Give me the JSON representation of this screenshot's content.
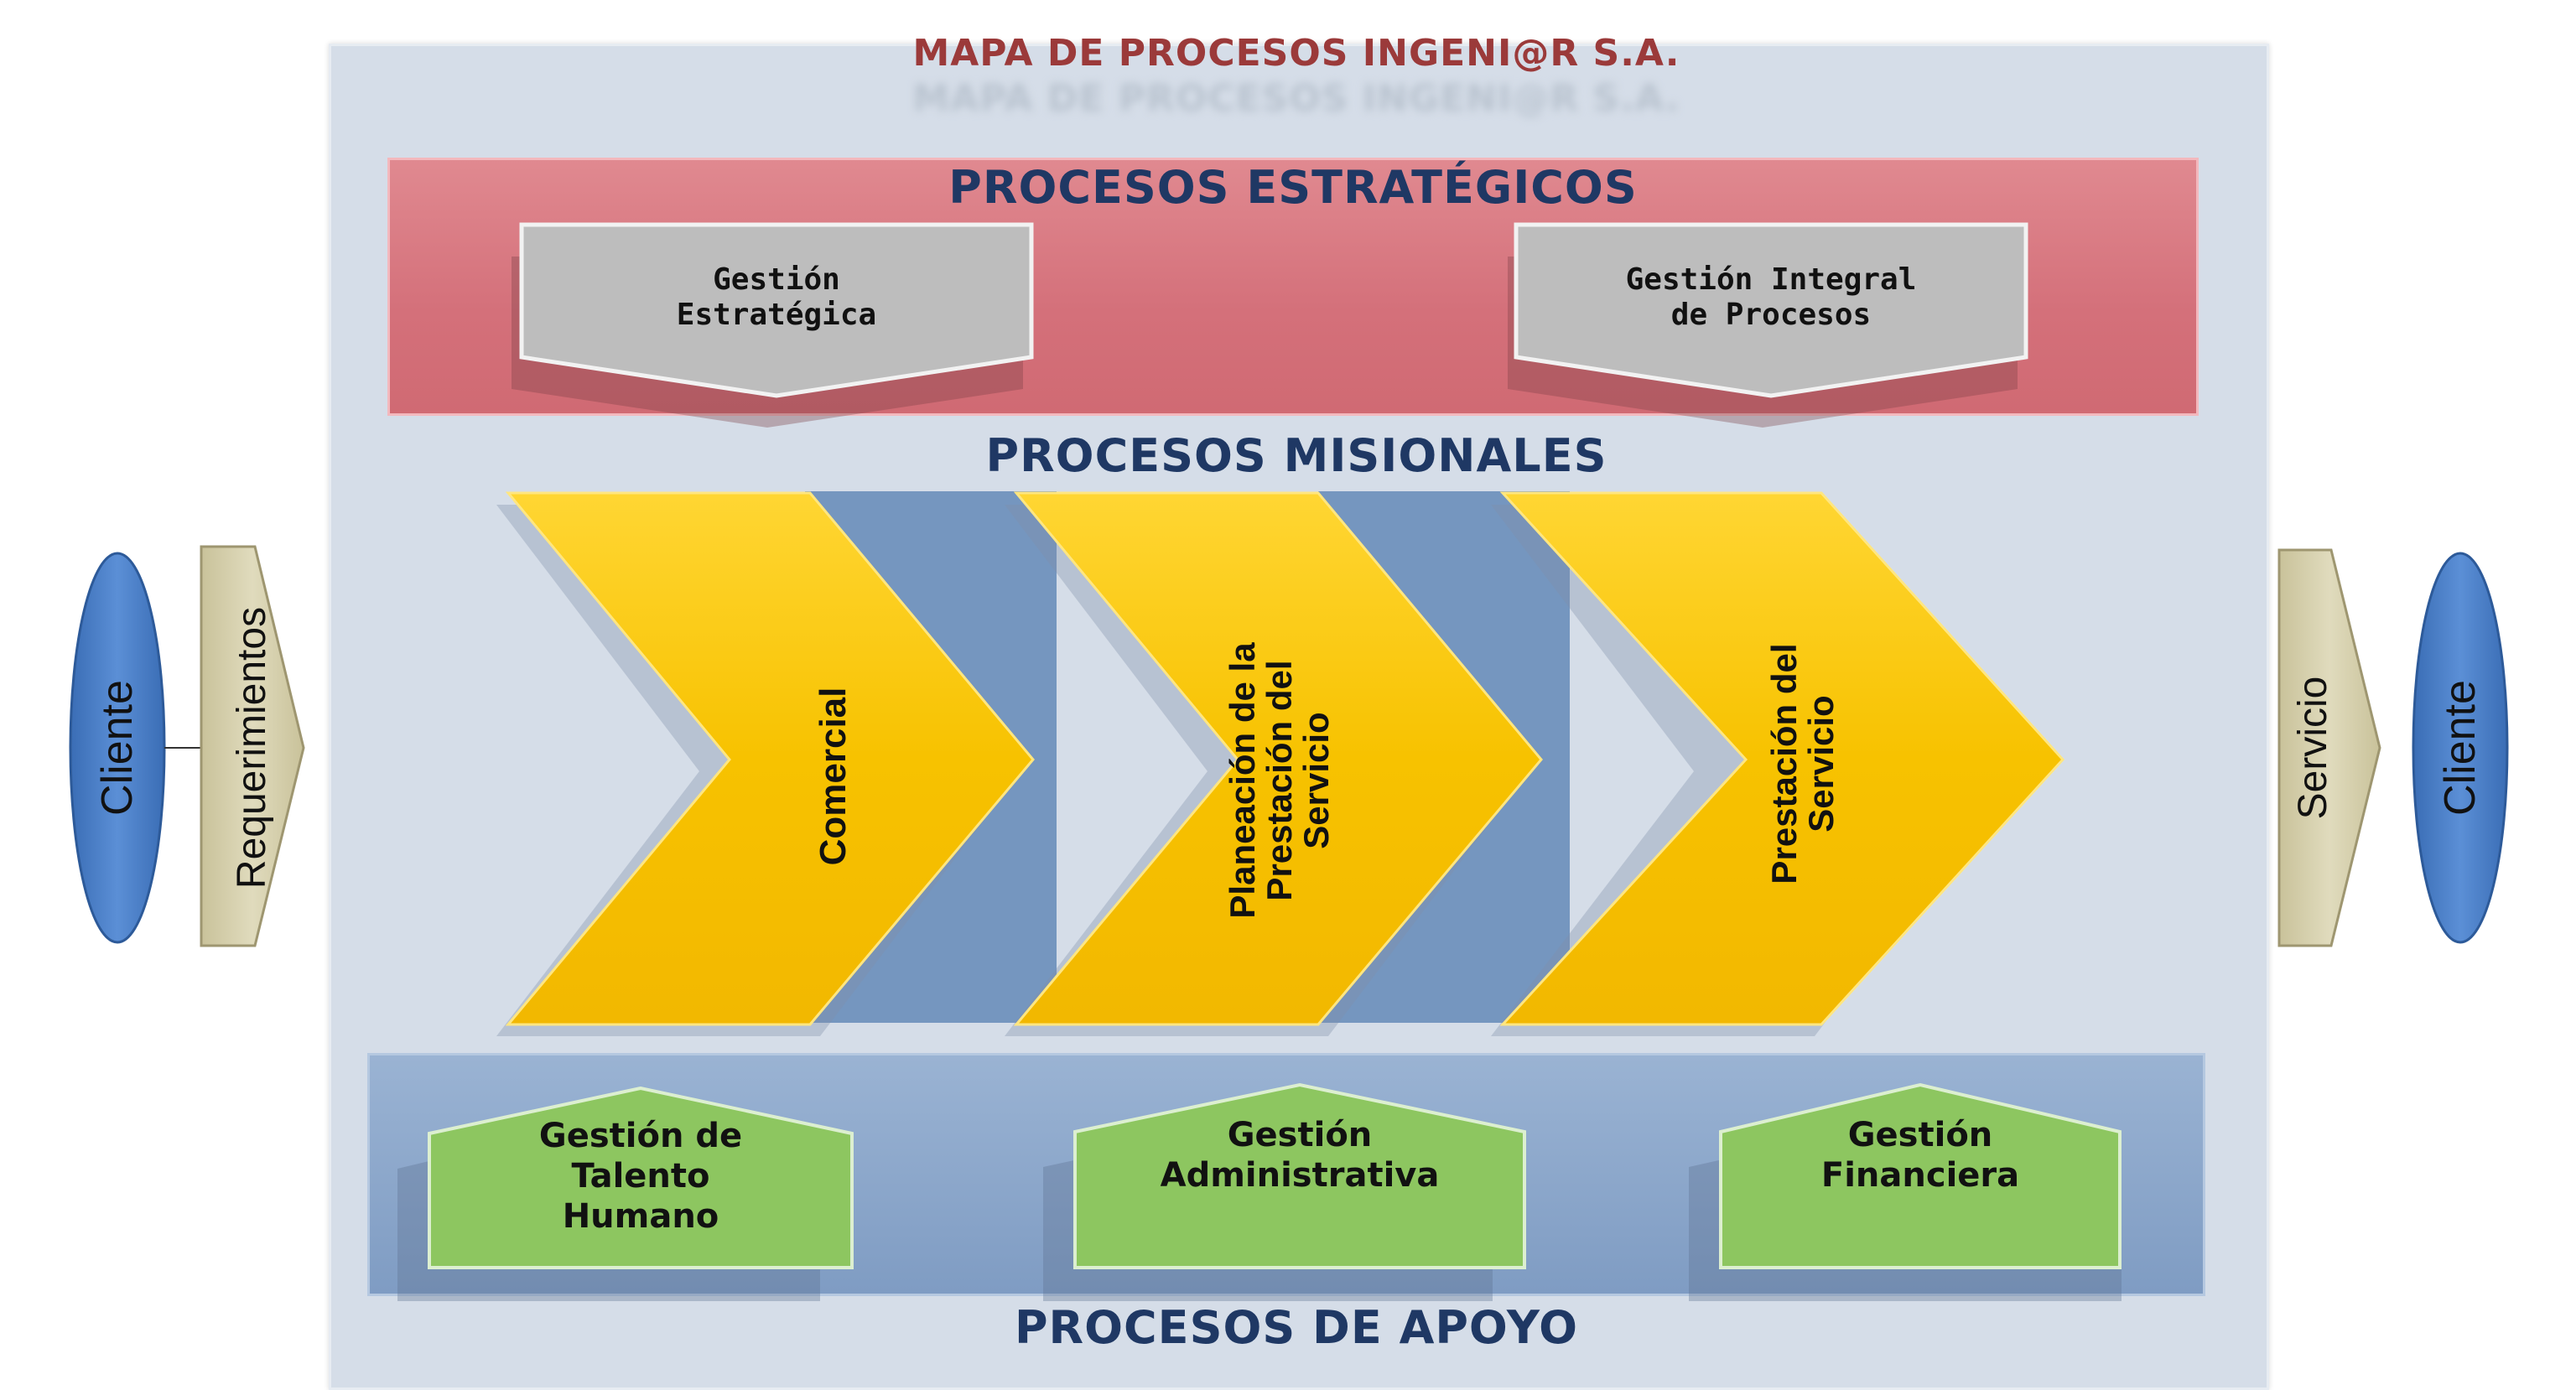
{
  "title": "MAPA DE PROCESOS INGENI@R S.A.",
  "strategic": {
    "title": "PROCESOS ESTRATÉGICOS",
    "items": [
      {
        "label": "Gestión\nEstratégica"
      },
      {
        "label": "Gestión  Integral\nde Procesos"
      }
    ]
  },
  "missional": {
    "title": "PROCESOS MISIONALES",
    "items": [
      {
        "label": "Comercial"
      },
      {
        "label": "Planeación de la\nPrestación del\nServicio"
      },
      {
        "label": "Prestación del\nServicio"
      }
    ]
  },
  "support": {
    "title": "PROCESOS DE APOYO",
    "items": [
      {
        "label": "Gestión de\nTalento\nHumano"
      },
      {
        "label": "Gestión\nAdministrativa"
      },
      {
        "label": "Gestión\nFinanciera"
      }
    ]
  },
  "input": {
    "client": "Cliente",
    "label": "Requerimientos"
  },
  "output": {
    "label": "Servicio",
    "client": "Cliente"
  },
  "colors": {
    "title": "#9b3a3a",
    "section_title": "#1f3864",
    "strategic_band": "#d9747b",
    "missional_bg": "#7596bf",
    "chevron": "#f7c500",
    "support_band": "#86a3c8",
    "support_box": "#8dc660",
    "strategic_box": "#bdbdbd",
    "client": "#4a7fc8",
    "side_arrow": "#d2cca6"
  }
}
